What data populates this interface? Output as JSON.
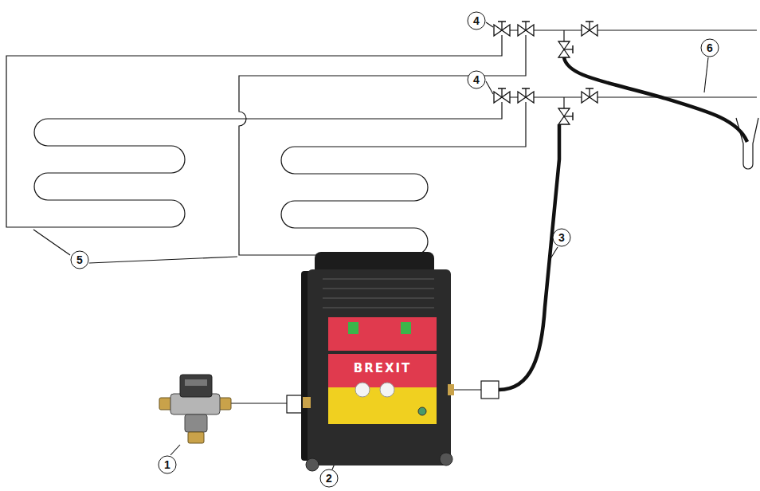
{
  "diagram": {
    "labels": [
      "4",
      "6",
      "4",
      "3",
      "5",
      "1",
      "2",
      "BREXIT"
    ]
  }
}
